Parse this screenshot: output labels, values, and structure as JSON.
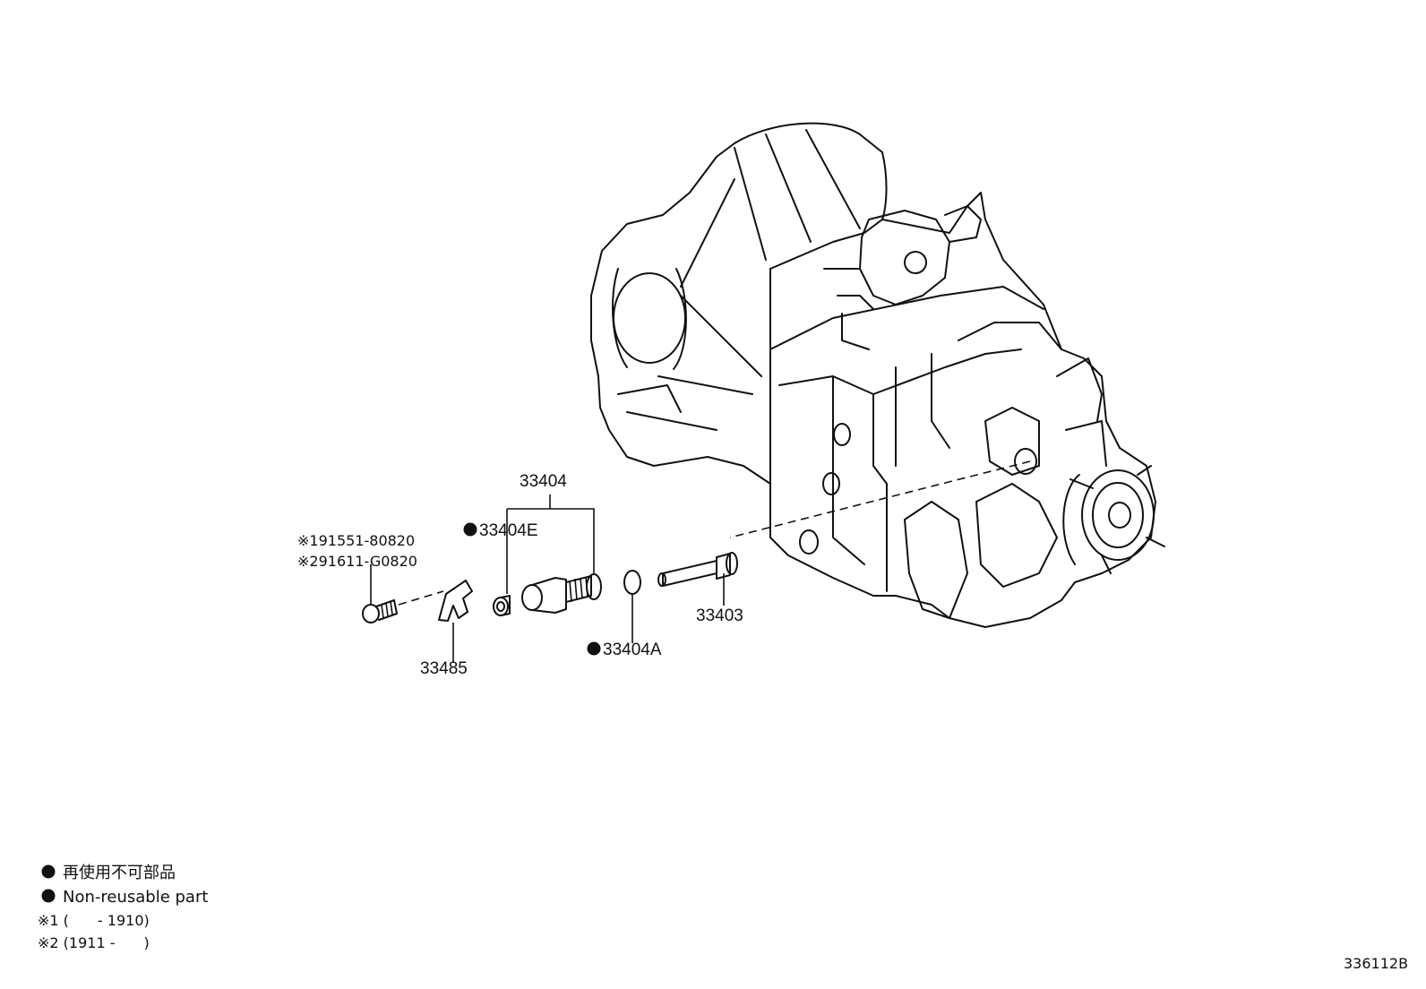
{
  "diagram": {
    "callouts": {
      "p33404": "33404",
      "p33404E": "33404E",
      "p33404A": "33404A",
      "p33403": "33403",
      "p33485": "33485"
    },
    "bolt_notes": {
      "note1": "※191551-80820",
      "note2": "※291611-G0820"
    },
    "legend": {
      "jp": "再使用不可部品",
      "en": "Non-reusable part",
      "range1": "※1 (　　- 1910)",
      "range2": "※2 (1911 -　　)"
    },
    "figure_id": "336112B"
  }
}
